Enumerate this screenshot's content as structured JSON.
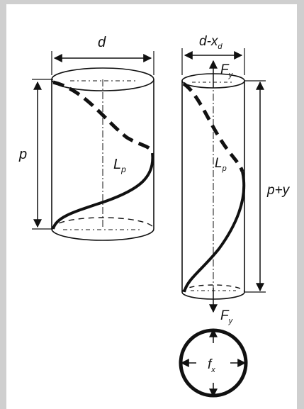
{
  "labels": {
    "left_diameter": "d",
    "left_pitch": "p",
    "left_length": "L",
    "left_length_sub": "p",
    "right_diameter_main": "d-x",
    "right_diameter_sub": "d",
    "top_force": "F",
    "top_force_sub": "y",
    "right_length": "L",
    "right_length_sub": "p",
    "right_pitch": "p+y",
    "bottom_force": "F",
    "bottom_force_sub": "y",
    "cross_section_force": "f",
    "cross_section_force_sub": "x"
  }
}
